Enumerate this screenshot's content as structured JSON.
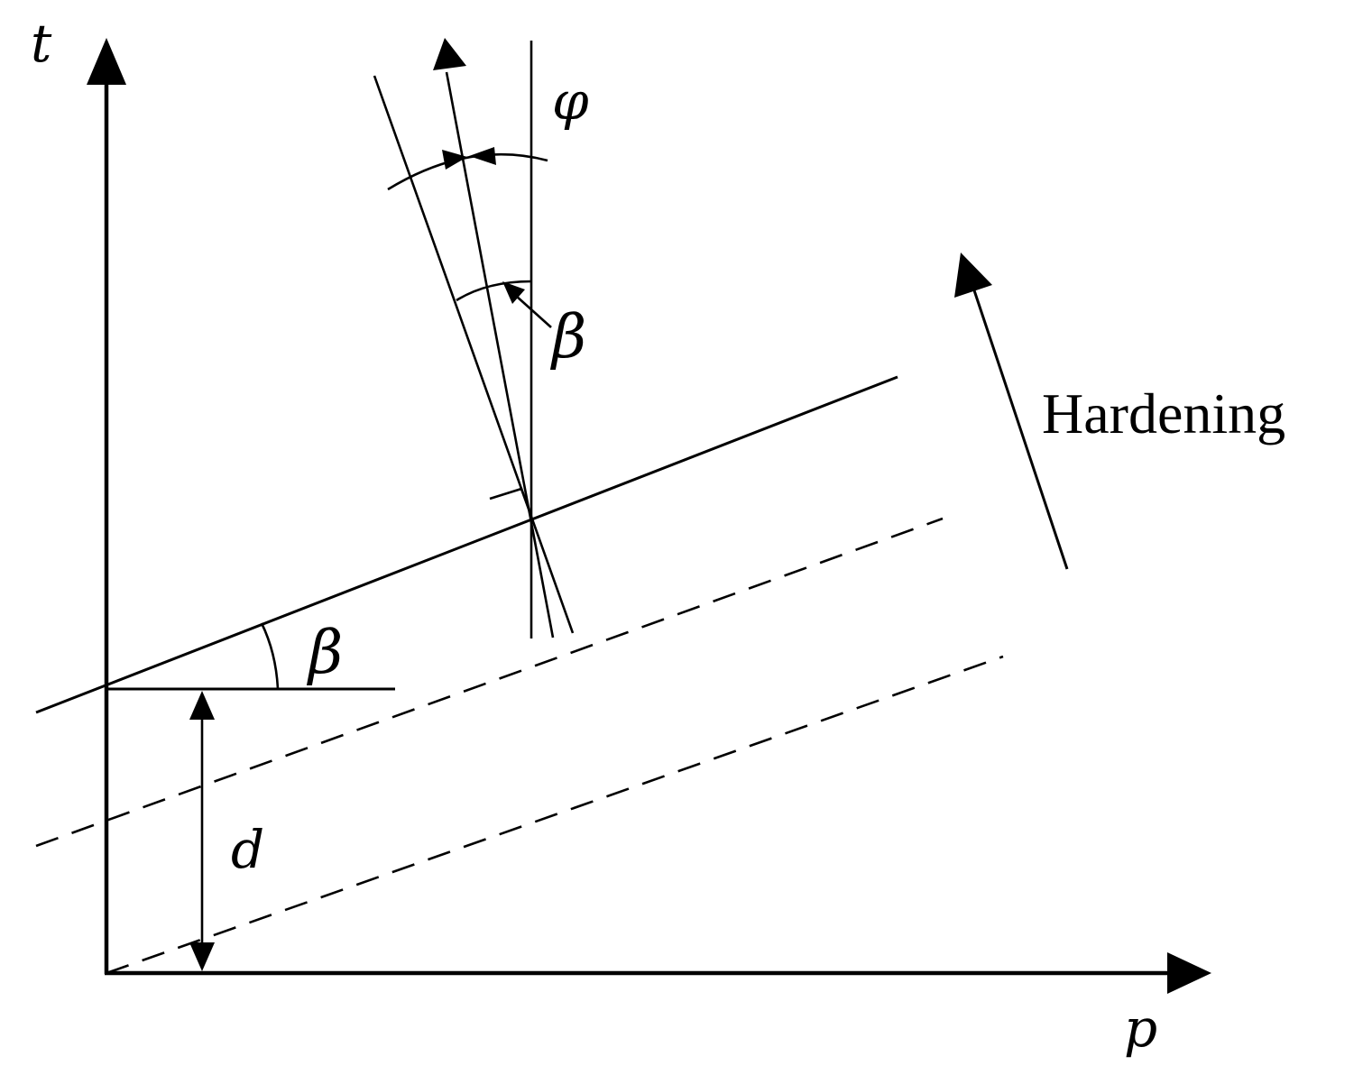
{
  "labels": {
    "t_axis": "t",
    "p_axis": "p",
    "phi": "φ",
    "beta_top": "β",
    "beta_bottom": "β",
    "d": "d",
    "hardening": "Hardening"
  }
}
